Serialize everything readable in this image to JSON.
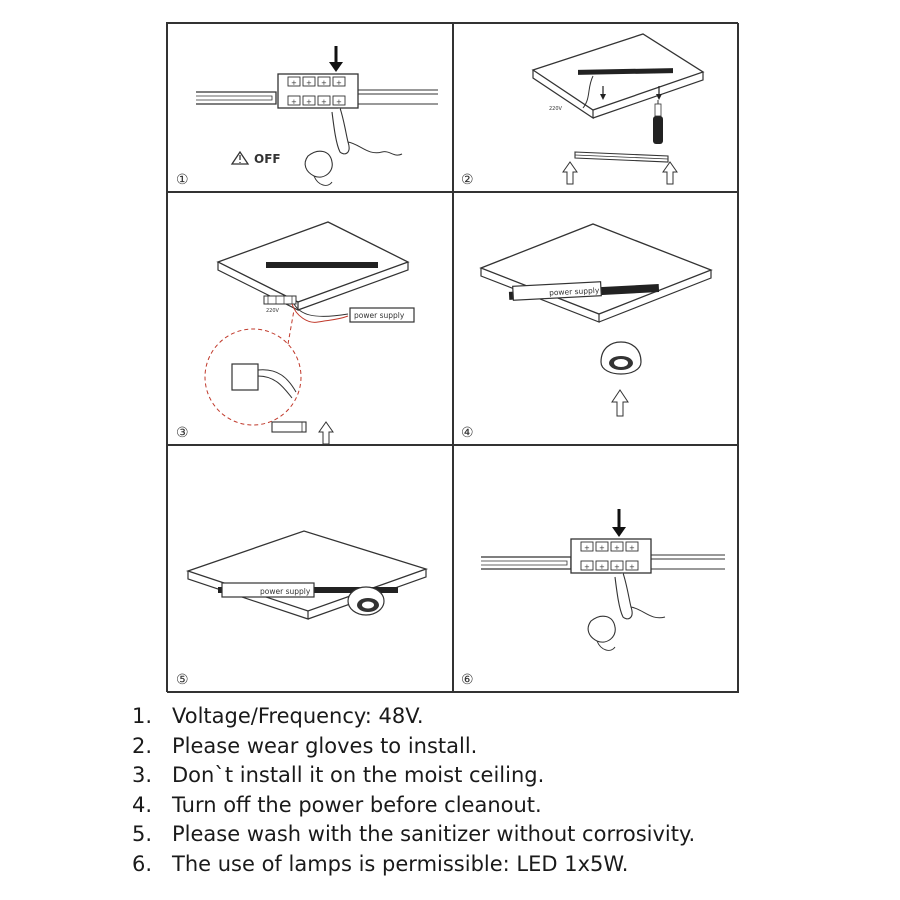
{
  "steps": [
    {
      "number": "①",
      "warning_text": "OFF"
    },
    {
      "number": "②",
      "voltage_label": "220V"
    },
    {
      "number": "③",
      "voltage_label": "220V",
      "power_supply_label": "power supply"
    },
    {
      "number": "④",
      "power_supply_label": "power supply"
    },
    {
      "number": "⑤",
      "power_supply_label": "power supply"
    },
    {
      "number": "⑥"
    }
  ],
  "notes": [
    {
      "num": "1.",
      "text": "Voltage/Frequency: 48V."
    },
    {
      "num": "2.",
      "text": "Please wear gloves to install."
    },
    {
      "num": "3.",
      "text": "Don`t install it on the moist ceiling."
    },
    {
      "num": "4.",
      "text": "Turn off the power before cleanout."
    },
    {
      "num": "5.",
      "text": "Please wash with the sanitizer without corrosivity."
    },
    {
      "num": "6.",
      "text": "The use of lamps is permissible: LED 1x5W."
    }
  ]
}
